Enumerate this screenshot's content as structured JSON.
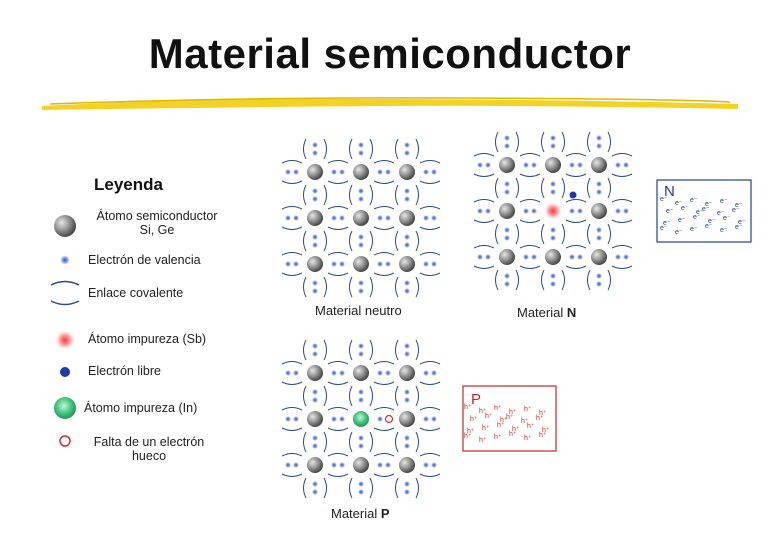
{
  "title": "Material semiconductor",
  "legend": {
    "title": "Leyenda",
    "items": [
      {
        "key": "atom",
        "line1": "Átomo semiconductor",
        "line2": "Si, Ge"
      },
      {
        "key": "electron",
        "line1": "Electrón de valencia"
      },
      {
        "key": "bond",
        "line1": "Enlace covalente"
      },
      {
        "key": "impurity_sb",
        "line1": "Átomo impureza (Sb)"
      },
      {
        "key": "free_electron",
        "line1": "Electrón libre"
      },
      {
        "key": "impurity_in",
        "line1": "Átomo impureza (In)"
      },
      {
        "key": "hole",
        "line1": "Falta de un electrón",
        "line2": "hueco"
      }
    ]
  },
  "captions": {
    "neutral": "Material neutro",
    "n_prefix": "Material ",
    "n_letter": "N",
    "p_prefix": "Material ",
    "p_letter": "P"
  },
  "n_box": {
    "label": "N",
    "symbol": "e⁻",
    "color": "#1f3f9f"
  },
  "p_box": {
    "label": "P",
    "symbol": "h⁺",
    "color": "#c62828"
  },
  "colors": {
    "atom": "#8a8a8a",
    "electron": "#3b5bdb",
    "bond": "#2b4a8f",
    "impurity_sb": "#ff3b3b",
    "free_electron": "#1c3aa9",
    "impurity_in": "#39c77b",
    "hole": "#d32f2f",
    "underline": "#f2d224"
  }
}
